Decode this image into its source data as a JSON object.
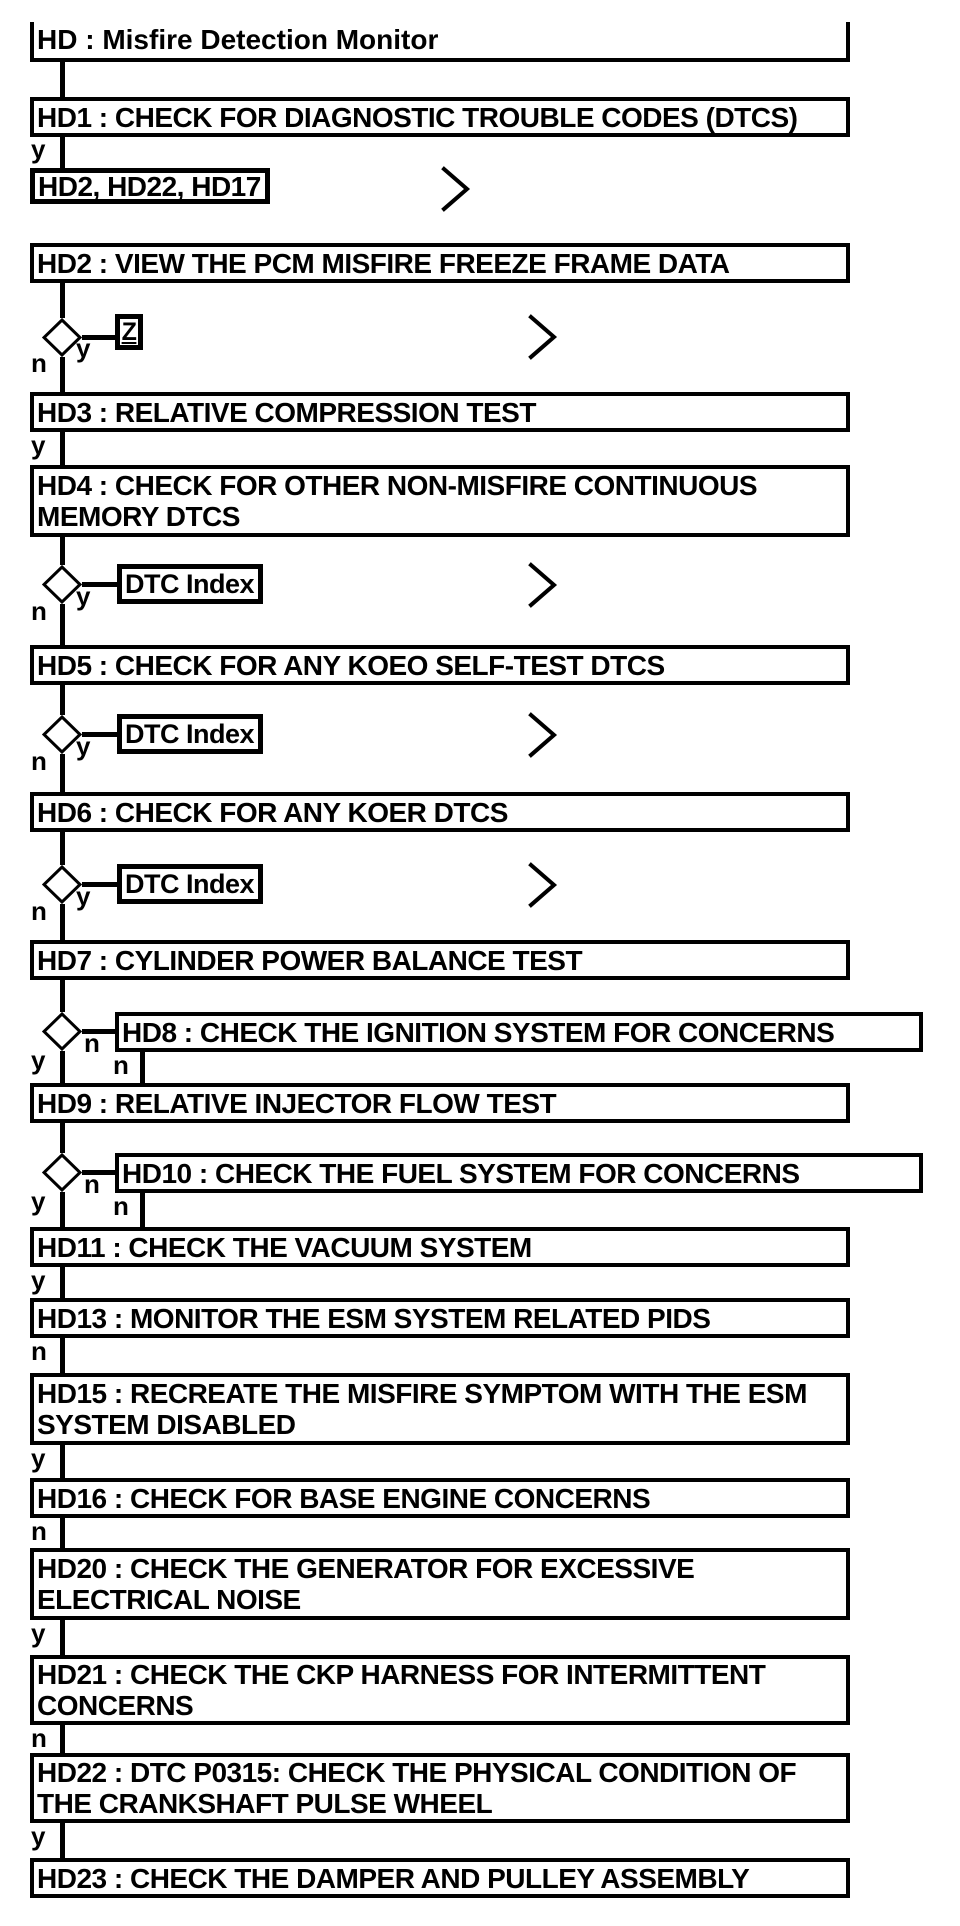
{
  "flowchart": {
    "title": "HD : Misfire Detection Monitor",
    "yes_label": "y",
    "no_label": "n",
    "reference_list": "HD2, HD22, HD17",
    "z_connector": "Z",
    "dtc_index_label": "DTC Index",
    "steps": {
      "hd1": "HD1 : CHECK FOR DIAGNOSTIC TROUBLE CODES (DTCS)",
      "hd2": "HD2 : VIEW THE PCM MISFIRE FREEZE FRAME DATA",
      "hd3": "HD3 : RELATIVE COMPRESSION TEST",
      "hd4": "HD4 : CHECK FOR OTHER NON-MISFIRE CONTINUOUS\nMEMORY DTCS",
      "hd5": "HD5 : CHECK FOR ANY KOEO SELF-TEST DTCS",
      "hd6": "HD6 : CHECK FOR ANY KOER DTCS",
      "hd7": "HD7 : CYLINDER POWER BALANCE TEST",
      "hd8": "HD8 : CHECK THE IGNITION SYSTEM FOR CONCERNS",
      "hd9": "HD9 : RELATIVE INJECTOR FLOW TEST",
      "hd10": "HD10 : CHECK THE FUEL SYSTEM FOR CONCERNS",
      "hd11": "HD11 : CHECK THE VACUUM SYSTEM",
      "hd13": "HD13 : MONITOR THE ESM SYSTEM RELATED PIDS",
      "hd15": "HD15 : RECREATE THE MISFIRE SYMPTOM WITH THE ESM\nSYSTEM DISABLED",
      "hd16": "HD16 : CHECK FOR BASE ENGINE CONCERNS",
      "hd20": "HD20 : CHECK THE GENERATOR FOR EXCESSIVE\nELECTRICAL NOISE",
      "hd21": "HD21 : CHECK THE CKP HARNESS FOR INTERMITTENT\nCONCERNS",
      "hd22": "HD22 : DTC P0315: CHECK THE PHYSICAL CONDITION OF\nTHE CRANKSHAFT PULSE WHEEL",
      "hd23": "HD23 : CHECK THE DAMPER AND PULLEY ASSEMBLY"
    },
    "colors": {
      "line": "#000000",
      "background": "#ffffff"
    }
  }
}
